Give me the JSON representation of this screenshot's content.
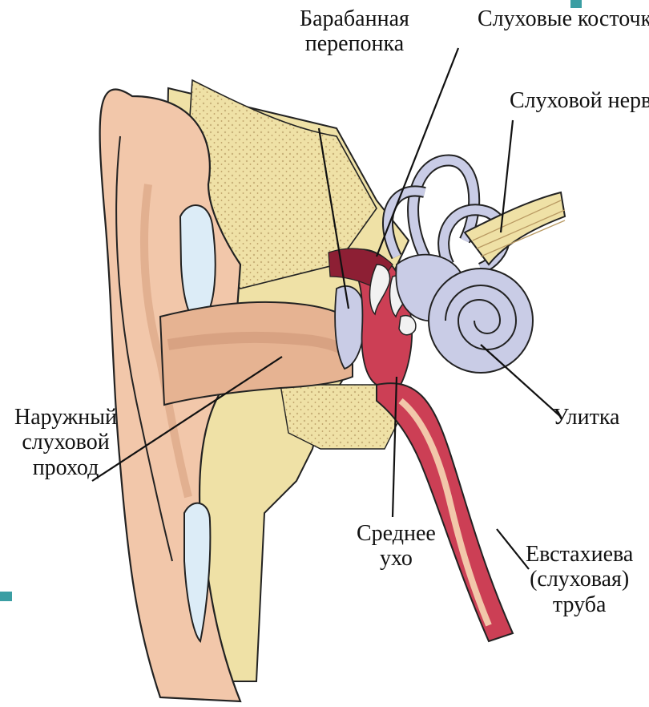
{
  "labels": {
    "eardrum": [
      "Барабанная",
      "перепонка"
    ],
    "ossicles": "Слуховые косточки",
    "auditory_nerve": "Слуховой нерв",
    "cochlea": "Улитка",
    "outer_canal": [
      "Наружный",
      "слуховой",
      "проход"
    ],
    "middle_ear": [
      "Среднее",
      "ухо"
    ],
    "eustachian_tube": [
      "Евстахиева",
      "(слуховая)",
      "труба"
    ]
  },
  "colors": {
    "skin": "#f2c7aa",
    "skin_dark": "#d7a07f",
    "bone": "#efe1a6",
    "bone_dots": "#c9b27a",
    "red": "#cc3f55",
    "dark_red": "#8d1f34",
    "inner_ear": "#c9cce6",
    "outline": "#222222",
    "accent": "#3b9ea3"
  }
}
